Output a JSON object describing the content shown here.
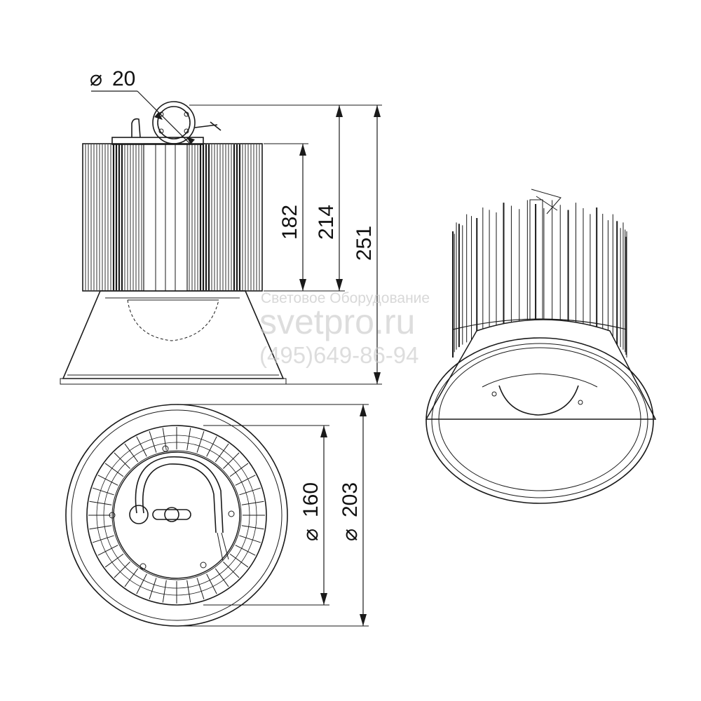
{
  "dimensions": {
    "hook_diameter": "20",
    "heatsink_height": "182",
    "body_height": "214",
    "total_height": "251",
    "inner_diameter": "160",
    "outer_diameter": "203"
  },
  "diameter_symbol": "⌀",
  "watermark": {
    "line1": "Световое Оборудование",
    "line2": "svetpro.ru",
    "line3": "(495)649-86-94"
  },
  "colors": {
    "line": "#1a1a1a",
    "watermark": "#c8c8c8"
  }
}
